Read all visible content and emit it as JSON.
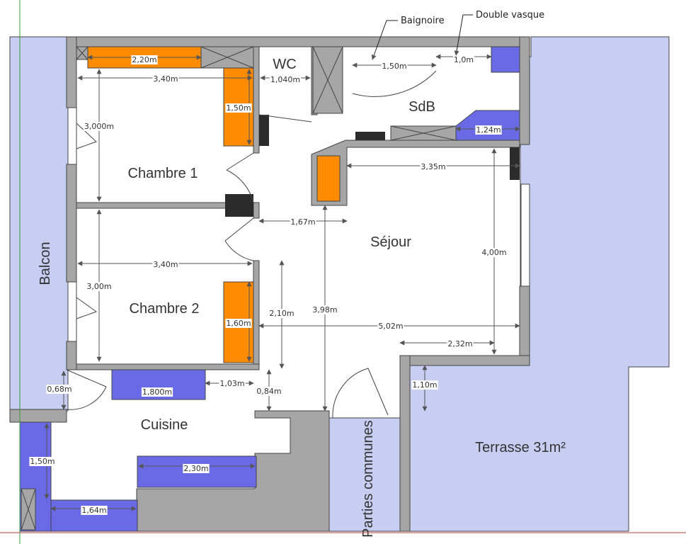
{
  "colors": {
    "wall": "#a6a6a6",
    "wall_stroke": "#444444",
    "outdoor": "#c8cdf2",
    "storage": "#ff8c00",
    "kitchen": "#6a6ae6",
    "dark": "#2b2b2b",
    "line": "#555555"
  },
  "rooms": {
    "chambre1": "Chambre 1",
    "chambre2": "Chambre 2",
    "sejour": "Séjour",
    "cuisine": "Cuisine",
    "wc": "WC",
    "sdb": "SdB",
    "terrasse": "Terrasse 31m²",
    "balcon": "Balcon",
    "parties_communes": "Parties communes"
  },
  "annotations": {
    "baignoire": "Baignoire",
    "double_vasque": "Double vasque"
  },
  "dimensions": {
    "wardrobe_c1": "2,20m",
    "c1_width": "3,40m",
    "c1_height": "3,000m",
    "c1_closet": "1,50m",
    "wc_width": "1,040m",
    "bath": "1,50m",
    "vasque": "1,0m",
    "sdb_unit": "1,24m",
    "sejour_width": "3,35m",
    "hall": "1,67m",
    "sejour_height": "4,00m",
    "c2_width": "3,40m",
    "c2_height": "3,00m",
    "c2_closet": "1,60m",
    "corridor": "2,10m",
    "sejour_depth": "3,98m",
    "sejour_total": "5,02m",
    "step": "2,32m",
    "kitchen_top": "1,800m",
    "kitchen_gap": "1,03m",
    "door_gap": "0,84m",
    "kitchen_door": "0,68m",
    "terrace_step": "1,10m",
    "kitchen_left": "1,50m",
    "kitchen_bottom": "1,64m",
    "kitchen_right": "2,30m"
  }
}
